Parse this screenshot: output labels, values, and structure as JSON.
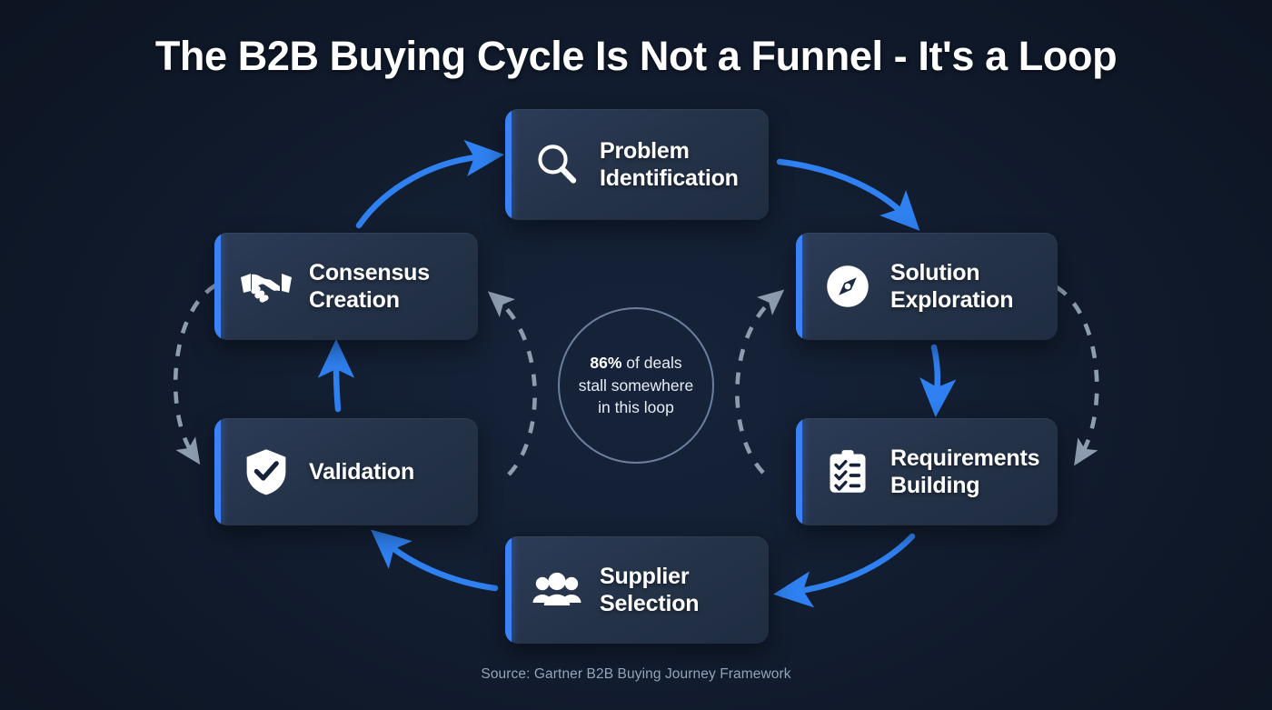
{
  "title": "The B2B Buying Cycle Is Not a Funnel - It's a Loop",
  "source": "Source: Gartner B2B Buying Journey Framework",
  "center_stat": {
    "highlight": "86%",
    "rest": " of deals stall somewhere in this loop",
    "line1_bold": "86%",
    "line1_rest": " of deals",
    "line2": "stall somewhere",
    "line3": "in this loop"
  },
  "colors": {
    "background": "#111c2e",
    "card": "#253349",
    "accent_blue": "#3b82f6",
    "arrow_blue": "#2f80f0",
    "dashed_gray": "#8e9cb0",
    "text_primary": "#ffffff",
    "text_muted": "#93a3bb",
    "ring_stroke": "#6b7f9c"
  },
  "nodes": [
    {
      "id": "problem",
      "label": "Problem\nIdentification",
      "icon": "magnifier-icon"
    },
    {
      "id": "solution",
      "label": "Solution\nExploration",
      "icon": "compass-icon"
    },
    {
      "id": "requirements",
      "label": "Requirements\nBuilding",
      "icon": "clipboard-checklist-icon"
    },
    {
      "id": "supplier",
      "label": "Supplier\nSelection",
      "icon": "people-group-icon"
    },
    {
      "id": "validation",
      "label": "Validation",
      "icon": "shield-check-icon"
    },
    {
      "id": "consensus",
      "label": "Consensus\nCreation",
      "icon": "handshake-icon"
    }
  ],
  "connections": {
    "solid": [
      {
        "from": "consensus",
        "to": "problem",
        "style": "solid",
        "color": "#2f80f0"
      },
      {
        "from": "problem",
        "to": "solution",
        "style": "solid",
        "color": "#2f80f0"
      },
      {
        "from": "solution",
        "to": "requirements",
        "style": "solid",
        "color": "#2f80f0"
      },
      {
        "from": "requirements",
        "to": "supplier",
        "style": "solid",
        "color": "#2f80f0"
      },
      {
        "from": "supplier",
        "to": "validation",
        "style": "solid",
        "color": "#2f80f0"
      },
      {
        "from": "validation",
        "to": "consensus",
        "style": "solid",
        "color": "#2f80f0"
      }
    ],
    "dashed": [
      {
        "from": "consensus",
        "to": "validation",
        "style": "dashed",
        "color": "#8e9cb0",
        "side": "outer-left"
      },
      {
        "from": "validation",
        "to": "consensus",
        "style": "dashed",
        "color": "#8e9cb0",
        "side": "inner-left"
      },
      {
        "from": "solution",
        "to": "requirements",
        "style": "dashed",
        "color": "#8e9cb0",
        "side": "outer-right"
      },
      {
        "from": "requirements",
        "to": "solution",
        "style": "dashed",
        "color": "#8e9cb0",
        "side": "inner-right"
      }
    ]
  }
}
